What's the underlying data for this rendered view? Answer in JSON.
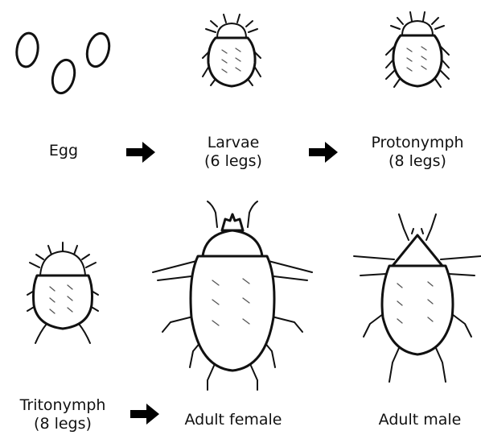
{
  "title": "",
  "stages": {
    "egg": {
      "label": "Egg"
    },
    "larvae": {
      "label": "Larvae",
      "sublabel": "(6 legs)"
    },
    "protonymph": {
      "label": "Protonymph",
      "sublabel": "(8 legs)"
    },
    "tritonymph": {
      "label": "Tritonymph",
      "sublabel": "(8 legs)"
    },
    "adult_female": {
      "label": "Adult female"
    },
    "adult_male": {
      "label": "Adult male"
    }
  },
  "colors": {
    "stroke": "#111111",
    "background": "#ffffff"
  },
  "icons": {
    "arrow": "right-arrow-icon"
  }
}
